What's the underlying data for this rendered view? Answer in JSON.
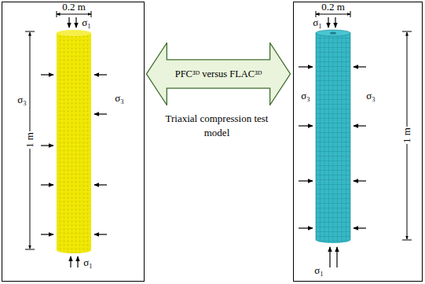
{
  "diagram": {
    "nodes": [
      {
        "text": [
          "PFC³ᴰ versus FLAC³ᴰ"
        ]
      }
    ],
    "labels": [
      "0.2 m",
      "σ₁",
      "σ₃",
      "σ₃",
      "1 m",
      "σ₁",
      "0.2 m",
      "σ₁",
      "σ₃",
      "σ₃",
      "1 m",
      "σ₁",
      "Triaxial compression test model"
    ]
  }
}
